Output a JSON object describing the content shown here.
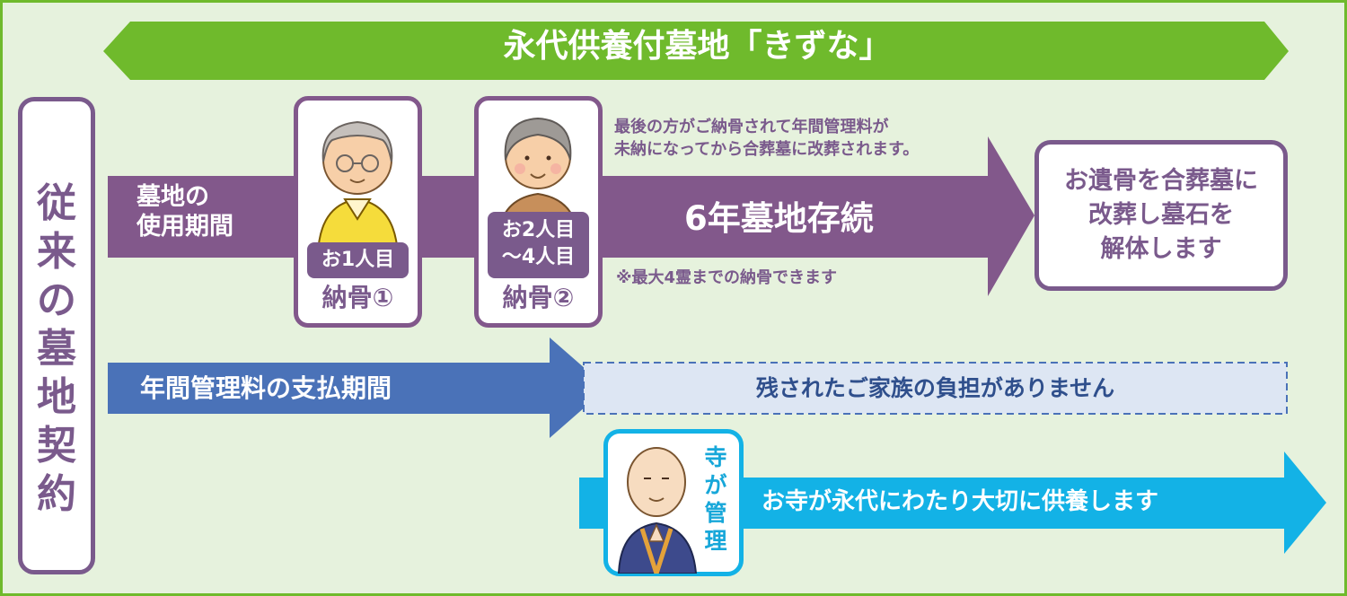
{
  "title": "永代供養付墓地「きずな」",
  "contract_label": "従来の墓地契約",
  "usage_period": [
    "墓地の",
    "使用期間"
  ],
  "person1": {
    "badge": "お1人目",
    "caption": "納骨①"
  },
  "person2": {
    "badge_line1": "お2人目",
    "badge_line2": "～4人目",
    "caption": "納骨②"
  },
  "note_top": [
    "最後の方がご納骨されて年間管理料が",
    "未納になってから合葬墓に改葬されます。"
  ],
  "continuation": "6年墓地存続",
  "note_bottom": "※最大4霊までの納骨できます",
  "end_box": [
    "お遺骨を合葬墓に",
    "改葬し墓石を",
    "解体します"
  ],
  "fee_period": "年間管理料の支払期間",
  "no_burden": "残されたご家族の負担がありません",
  "temple_label": [
    "寺",
    "が",
    "管",
    "理"
  ],
  "temple_text": "お寺が永代にわたり大切に供養します",
  "colors": {
    "green": "#6fba2c",
    "background": "#e6f2dd",
    "purple": "#7a5a8c",
    "blue": "#4a72b8",
    "light_blue": "#dde6f3",
    "cyan": "#13b2e6"
  }
}
